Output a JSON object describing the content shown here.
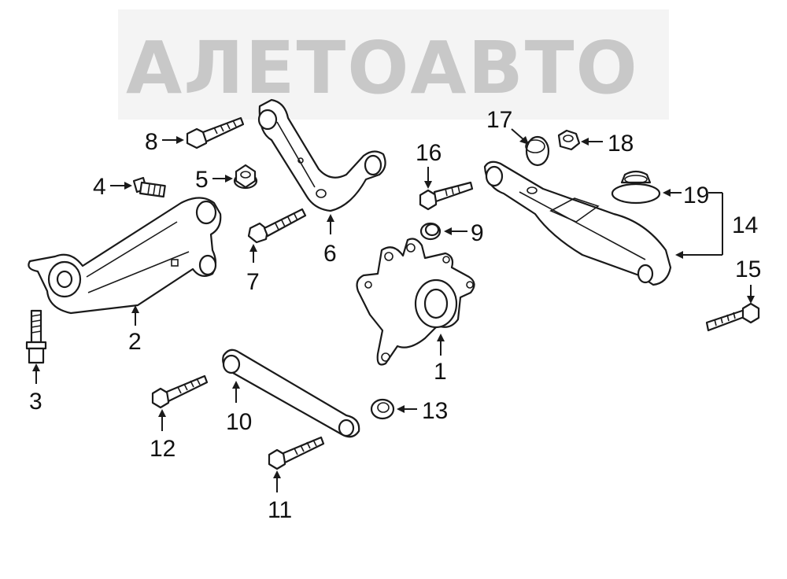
{
  "watermark": {
    "text": "АЛЕТОАВТО",
    "color": "#c8c8c8"
  },
  "callouts": [
    {
      "id": "1",
      "label": "1"
    },
    {
      "id": "2",
      "label": "2"
    },
    {
      "id": "3",
      "label": "3"
    },
    {
      "id": "4",
      "label": "4"
    },
    {
      "id": "5",
      "label": "5"
    },
    {
      "id": "6",
      "label": "6"
    },
    {
      "id": "7",
      "label": "7"
    },
    {
      "id": "8",
      "label": "8"
    },
    {
      "id": "9",
      "label": "9"
    },
    {
      "id": "10",
      "label": "10"
    },
    {
      "id": "11",
      "label": "11"
    },
    {
      "id": "12",
      "label": "12"
    },
    {
      "id": "13",
      "label": "13"
    },
    {
      "id": "14",
      "label": "14"
    },
    {
      "id": "15",
      "label": "15"
    },
    {
      "id": "16",
      "label": "16"
    },
    {
      "id": "17",
      "label": "17"
    },
    {
      "id": "18",
      "label": "18"
    },
    {
      "id": "19",
      "label": "19"
    }
  ]
}
